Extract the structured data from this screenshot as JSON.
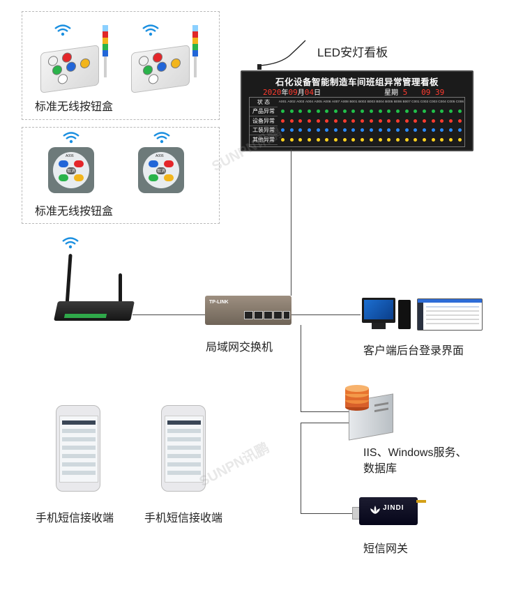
{
  "labels": {
    "button_box_1": "标准无线按钮盒",
    "button_box_2": "标准无线按钮盒",
    "led_board": "LED安灯看板",
    "switch": "局域网交换机",
    "client": "客户端后台登录界面",
    "server": "IIS、Windows服务、",
    "server_line2": "数据库",
    "phone_1": "手机短信接收端",
    "phone_2": "手机短信接收端",
    "sms_gateway": "短信网关"
  },
  "led": {
    "title": "石化设备智能制造车间班组异常管理看板",
    "date_year": "2020",
    "date_year_word": "年",
    "date_month": "09",
    "date_month_word": "月",
    "date_day": "04",
    "date_day_word": "日",
    "weekday_word": "星期",
    "weekday": "5",
    "time": "09 39",
    "header_label": "状 态",
    "rows": [
      "产品异常",
      "设备异常",
      "工装异常",
      "其他异常"
    ],
    "columns": [
      "A001",
      "A002",
      "A003",
      "A004",
      "A005",
      "A006",
      "A007",
      "A008",
      "B001",
      "B002",
      "B003",
      "B004",
      "B005",
      "B006",
      "B007",
      "C001",
      "C002",
      "C003",
      "C004",
      "C005",
      "C006"
    ]
  },
  "devices": {
    "switch_brand": "TP-LINK",
    "gateway_brand": "JINDI",
    "sq_box_code": "A006",
    "sq_box_center": "取消"
  },
  "watermark": "SUNPN讯鹏",
  "colors": {
    "led_red": "#ff3b2f",
    "led_green": "#21c04a",
    "led_blue": "#2a8cff",
    "led_yellow": "#ffd21e",
    "line": "#444444"
  }
}
